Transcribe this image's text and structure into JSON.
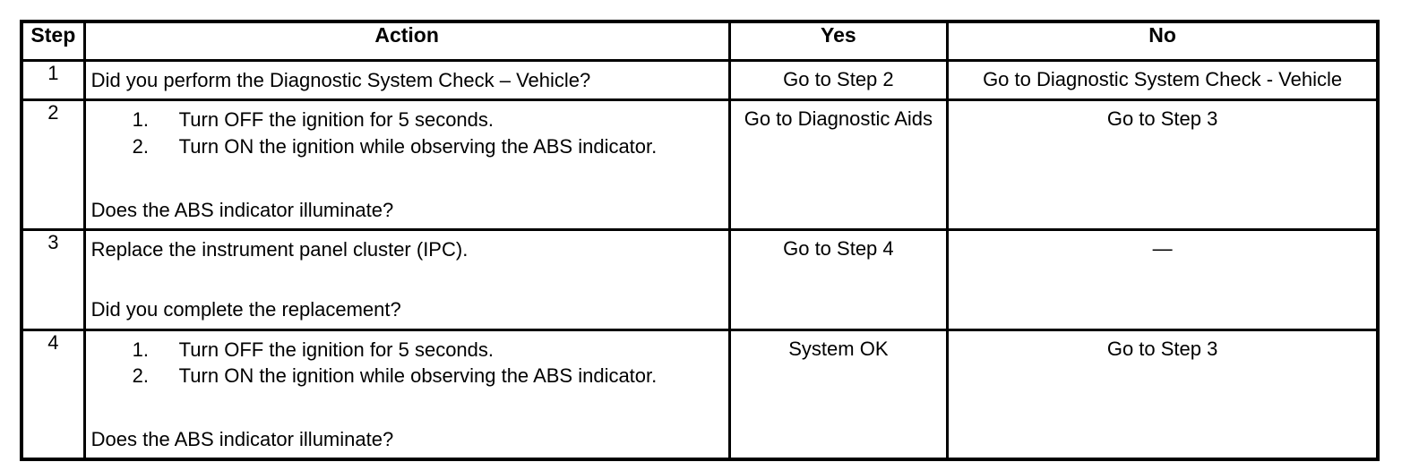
{
  "table": {
    "headers": {
      "step": "Step",
      "action": "Action",
      "yes": "Yes",
      "no": "No"
    },
    "rows": [
      {
        "step": "1",
        "action": {
          "list": [],
          "question": "Did you perform the Diagnostic System Check – Vehicle?"
        },
        "yes": "Go to Step 2",
        "no": "Go to Diagnostic System Check - Vehicle"
      },
      {
        "step": "2",
        "action": {
          "list": [
            {
              "num": "1.",
              "text": "Turn OFF the ignition for 5 seconds."
            },
            {
              "num": "2.",
              "text": "Turn ON the ignition while observing the ABS indicator."
            }
          ],
          "question": "Does the ABS indicator illuminate?"
        },
        "yes": "Go to Diagnostic Aids",
        "no": "Go to Step 3"
      },
      {
        "step": "3",
        "action": {
          "list": [],
          "statement": "Replace the instrument panel cluster (IPC).",
          "question": "Did you complete the replacement?"
        },
        "yes": "Go to Step 4",
        "no": "—"
      },
      {
        "step": "4",
        "action": {
          "list": [
            {
              "num": "1.",
              "text": "Turn OFF the ignition for 5 seconds."
            },
            {
              "num": "2.",
              "text": "Turn ON the ignition while observing the ABS indicator."
            }
          ],
          "question": "Does the ABS indicator illuminate?"
        },
        "yes": "System OK",
        "no": "Go to Step 3"
      }
    ]
  },
  "colors": {
    "border": "#000000",
    "background": "#ffffff",
    "text": "#000000"
  }
}
